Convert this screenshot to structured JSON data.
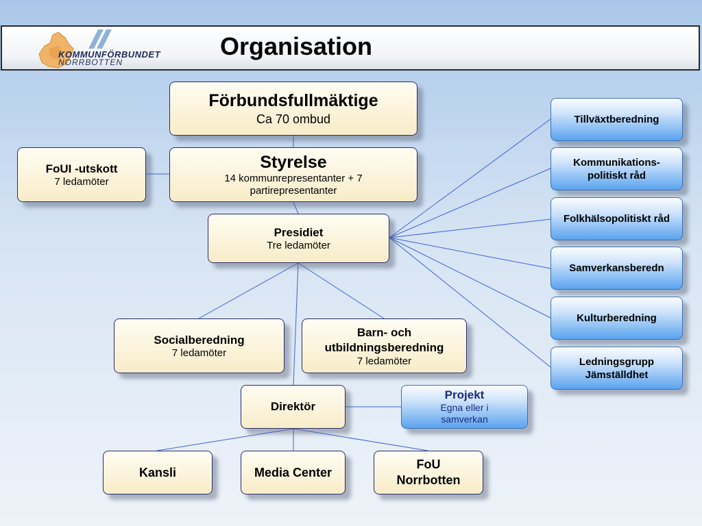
{
  "header": {
    "title": "Organisation",
    "logo_line1": "KOMMUNFÖRBUNDET",
    "logo_line2": "NORRBOTTEN"
  },
  "nodes": {
    "forbundsfullmaktige": {
      "title": "Förbundsfullmäktige",
      "sub": "Ca 70 ombud"
    },
    "styrelse": {
      "title": "Styrelse",
      "sub": "14 kommunrepresentanter + 7 partirepresentanter"
    },
    "foui": {
      "title": "FoUI -utskott",
      "sub": "7 ledamöter"
    },
    "presidiet": {
      "title": "Presidiet",
      "sub": "Tre ledamöter"
    },
    "socialberedning": {
      "title": "Socialberedning",
      "sub": "7 ledamöter"
    },
    "barn": {
      "title": "Barn- och utbildningsberedning",
      "sub": "7 ledamöter"
    },
    "direktor": {
      "title": "Direktör"
    },
    "projekt": {
      "title": "Projekt",
      "sub": "Egna eller i samverkan"
    },
    "kansli": {
      "title": "Kansli"
    },
    "media": {
      "title": "Media Center"
    },
    "fou": {
      "title": "FoU Norrbotten"
    }
  },
  "right_boxes": [
    "Tillväxtberedning",
    "Kommunikations-politiskt råd",
    "Folkhälsopolitiskt råd",
    "Samverkansberedn",
    "Kulturberedning",
    "Ledningsgrupp Jämställdhet"
  ],
  "colors": {
    "box_fill": "#f8ecc8",
    "blue_fill": "#5aa4ef",
    "line": "#3b62d6",
    "border": "#2a2a6a"
  }
}
